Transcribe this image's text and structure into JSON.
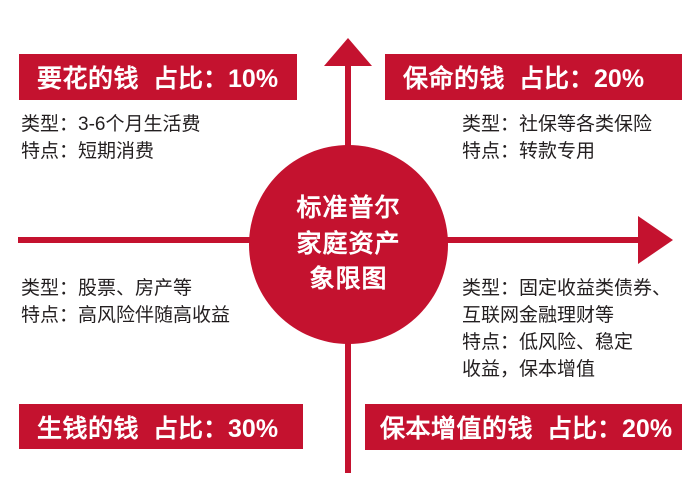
{
  "colors": {
    "accent_red": "#C4122F",
    "text": "#231f20",
    "background": "#ffffff"
  },
  "center": {
    "name": "standard-poors-family-asset-quadrant",
    "lines": [
      "标准普尔",
      "家庭资产",
      "象限图"
    ]
  },
  "axes": {
    "vertical_arrow": "arrow-up-icon",
    "horizontal_arrow": "arrow-right-icon"
  },
  "quadrants": [
    {
      "id": "q1-top-left",
      "banner": {
        "title": "要花的钱",
        "percent_label": "占比：10%",
        "percent_value": 10
      },
      "details": [
        "类型：3-6个月生活费",
        "特点：短期消费"
      ]
    },
    {
      "id": "q2-top-right",
      "banner": {
        "title": "保命的钱",
        "percent_label": "占比：20%",
        "percent_value": 20
      },
      "details": [
        "类型：社保等各类保险",
        "特点：转款专用"
      ]
    },
    {
      "id": "q3-bottom-left",
      "banner": {
        "title": "生钱的钱",
        "percent_label": "占比：30%",
        "percent_value": 30
      },
      "details": [
        "类型：股票、房产等",
        "特点：高风险伴随高收益"
      ]
    },
    {
      "id": "q4-bottom-right",
      "banner": {
        "title": "保本增值的钱",
        "percent_label": "占比：20%",
        "percent_value": 20
      },
      "details": [
        "类型：固定收益类债券、",
        "互联网金融理财等",
        "特点：低风险、稳定",
        "收益，保本增值"
      ]
    }
  ],
  "chart_data": {
    "type": "pie",
    "title": "标准普尔家庭资产象限图",
    "categories": [
      "要花的钱",
      "保命的钱",
      "生钱的钱",
      "保本增值的钱"
    ],
    "values": [
      10,
      20,
      30,
      20
    ],
    "unit": "%",
    "legend": "none",
    "notes": [
      "要花的钱：3-6个月生活费，短期消费",
      "保命的钱：社保等各类保险，转款专用",
      "生钱的钱：股票、房产等，高风险伴随高收益",
      "保本增值的钱：固定收益类债券、互联网金融理财等，低风险、稳定收益，保本增值"
    ]
  }
}
